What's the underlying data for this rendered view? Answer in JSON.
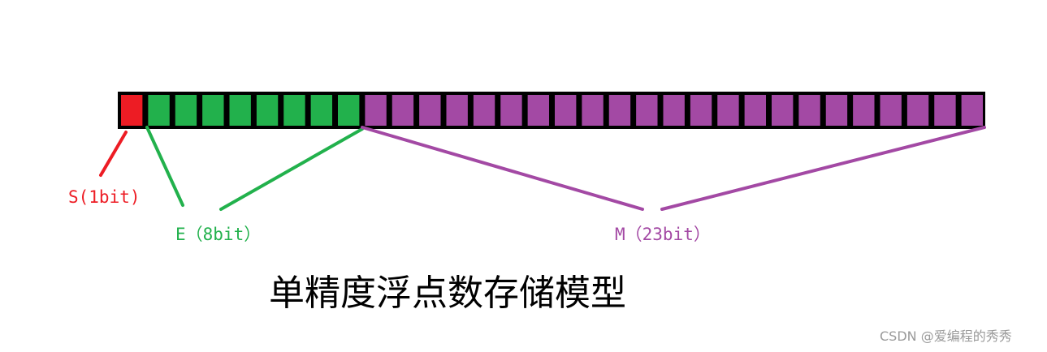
{
  "diagram": {
    "bit_groups": [
      {
        "name": "sign",
        "label": "S(1bit)",
        "bits": 1,
        "color": "#ed1c24"
      },
      {
        "name": "exponent",
        "label": "E（8bit）",
        "bits": 8,
        "color": "#22b14c"
      },
      {
        "name": "mantissa",
        "label": "M（23bit）",
        "bits": 23,
        "color": "#a349a4"
      }
    ],
    "border_color": "#000000",
    "title": "单精度浮点数存储模型"
  },
  "watermark": "CSDN @爱编程的秀秀"
}
